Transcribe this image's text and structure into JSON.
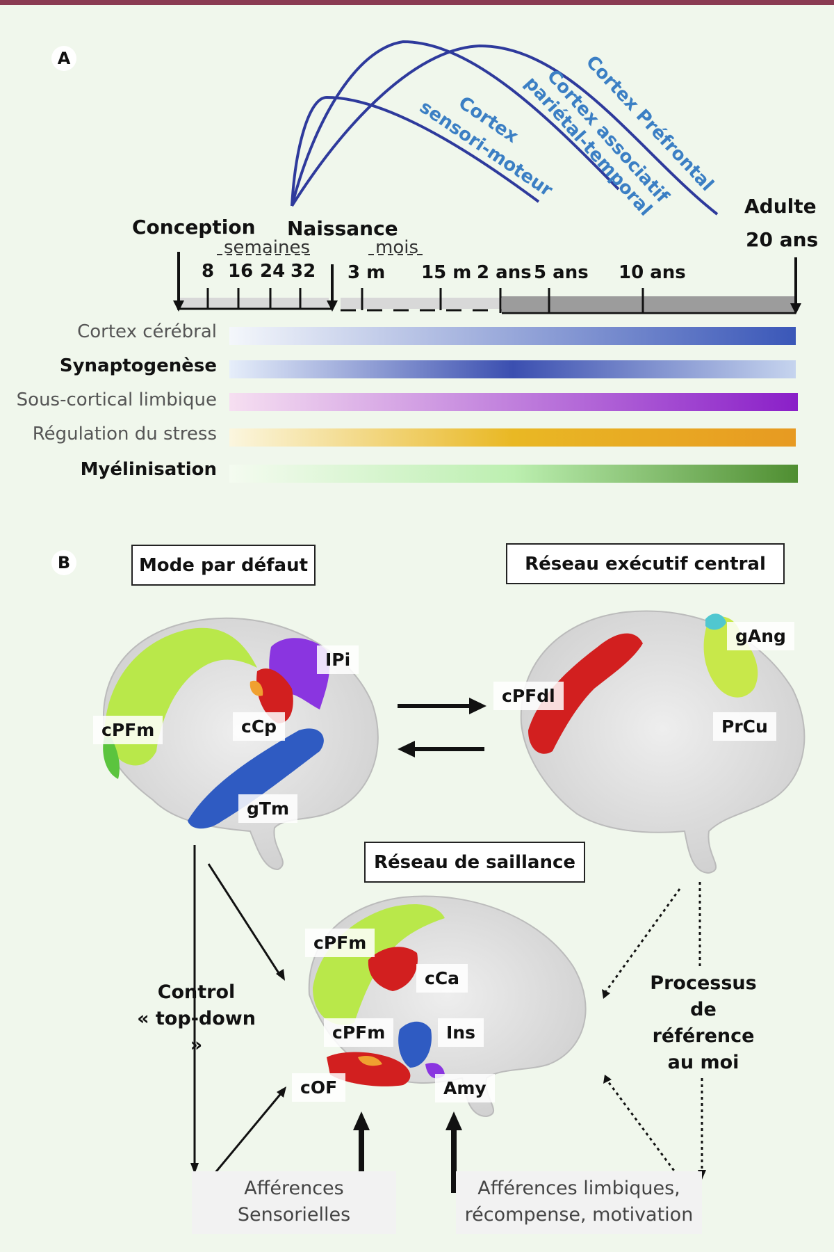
{
  "colors": {
    "top_bar": "#8a3b52",
    "curve": "#2e3a9c",
    "curve_label": "#3b7fc4",
    "cortex_cerebral": [
      "#f4f7fb",
      "#3a57b8"
    ],
    "synaptogenese": [
      "#e6eefa",
      "#3b4fb0",
      "#c6d4ee"
    ],
    "sous_cortical": [
      "#f6dff1",
      "#8a1fc8"
    ],
    "stress": [
      "#fbf6df",
      "#e9b824",
      "#e79a22"
    ],
    "myelinisation": [
      "#f4fbf0",
      "#bcefb0",
      "#4f8e31"
    ]
  },
  "panel_a": {
    "letter": "A",
    "curves": [
      {
        "label_line1": "Cortex",
        "label_line2": "sensori-moteur"
      },
      {
        "label_line1": "Cortex associatif",
        "label_line2": "pariétal-temporal"
      },
      {
        "label_line1": "Cortex Préfrontal",
        "label_line2": ""
      }
    ],
    "timeline": {
      "conception": "Conception",
      "naissance": "Naissance",
      "adulte": "Adulte",
      "adulte_age": "20 ans",
      "semaines": "semaines",
      "mois": "mois",
      "ticks": [
        "8",
        "16",
        "24",
        "32",
        "3 m",
        "15 m",
        "2 ans",
        "5 ans",
        "10 ans"
      ]
    },
    "rows": [
      {
        "label": "Cortex cérébral",
        "bold": false
      },
      {
        "label": "Synaptogenèse",
        "bold": true
      },
      {
        "label": "Sous-cortical limbique",
        "bold": false
      },
      {
        "label": "Régulation du stress",
        "bold": false
      },
      {
        "label": "Myélinisation",
        "bold": true
      }
    ]
  },
  "panel_b": {
    "letter": "B",
    "default_mode": {
      "title": "Mode par défaut",
      "regions": [
        "IPi",
        "cPFm",
        "cCp",
        "gTm"
      ]
    },
    "executive": {
      "title": "Réseau exécutif central",
      "regions": [
        "gAng",
        "cPFdl",
        "PrCu"
      ]
    },
    "salience": {
      "title": "Réseau de saillance",
      "regions": [
        "cPFm",
        "cCa",
        "cPFm",
        "Ins",
        "cOF",
        "Amy"
      ]
    },
    "control_label_1": "Control",
    "control_label_2": "« top-down »",
    "process_label_1": "Processus",
    "process_label_2": "de référence",
    "process_label_3": "au moi",
    "afferent_sensory_1": "Afférences",
    "afferent_sensory_2": "Sensorielles",
    "afferent_limbic_1": "Afférences limbiques,",
    "afferent_limbic_2": "récompense, motivation"
  }
}
